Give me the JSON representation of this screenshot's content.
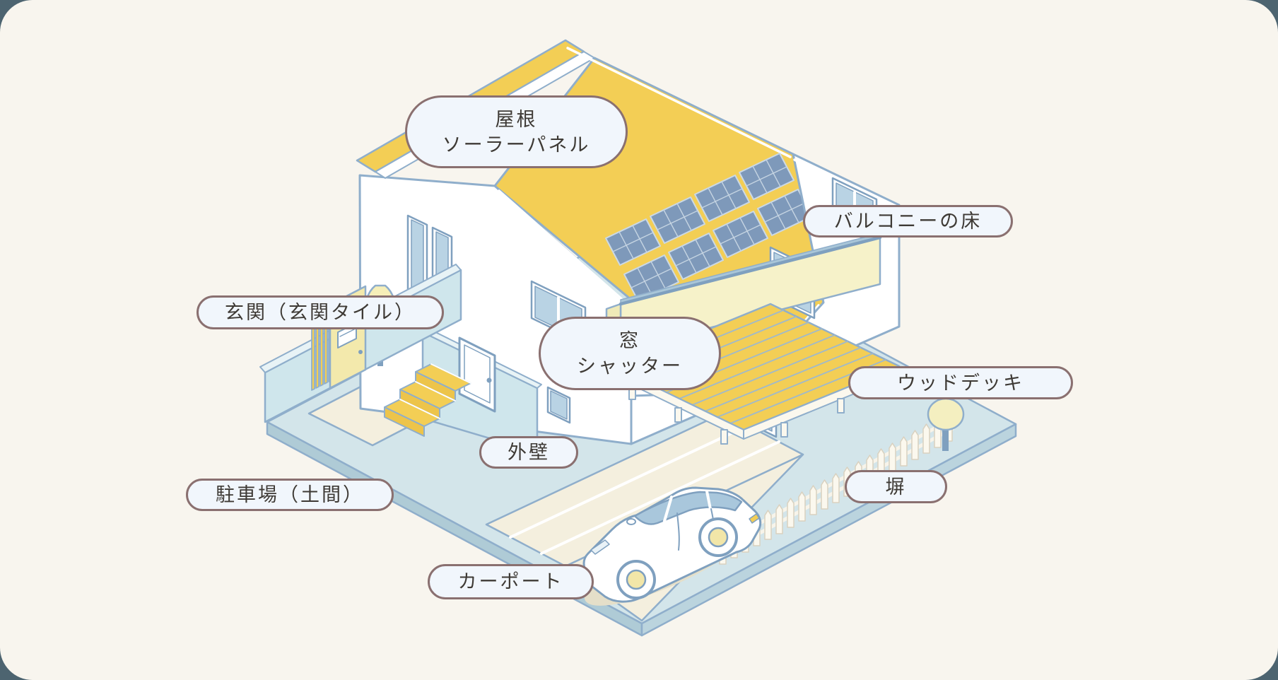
{
  "illustration": {
    "subject": "二階建て住宅の外装部位イラスト",
    "elements": [
      "roof",
      "solar-panels",
      "balcony",
      "wood-deck",
      "entrance-steps",
      "gate",
      "mailbox",
      "trees",
      "picket-fence",
      "car",
      "carport-pad",
      "yard"
    ]
  },
  "labels": {
    "roof_solar": {
      "line1": "屋根",
      "line2": "ソーラーパネル"
    },
    "balcony_floor": {
      "text": "バルコニーの床"
    },
    "entrance": {
      "text": "玄関（玄関タイル）"
    },
    "window_shutter": {
      "line1": "窓",
      "line2": "シャッター"
    },
    "wood_deck": {
      "text": "ウッドデッキ"
    },
    "exterior_wall": {
      "text": "外壁"
    },
    "fence": {
      "text": "塀"
    },
    "parking": {
      "text": "駐車場（土間）"
    },
    "carport": {
      "text": "カーポート"
    }
  },
  "colors": {
    "page_background": "#F8F5EE",
    "outside_corners": "#4D6470",
    "label_background": "#F1F6FC",
    "label_border": "#8A7070",
    "label_text": "#3E3A35",
    "roof_yellow": "#F3CE55",
    "solar_panel_blue": "#7E99BA",
    "wall_white": "#FFFFFF",
    "outline_blue": "#8FAECB",
    "ground_blue": "#D3E5EA",
    "pad_cream": "#F4EFDE",
    "balcony_cream": "#F6F2C9"
  }
}
